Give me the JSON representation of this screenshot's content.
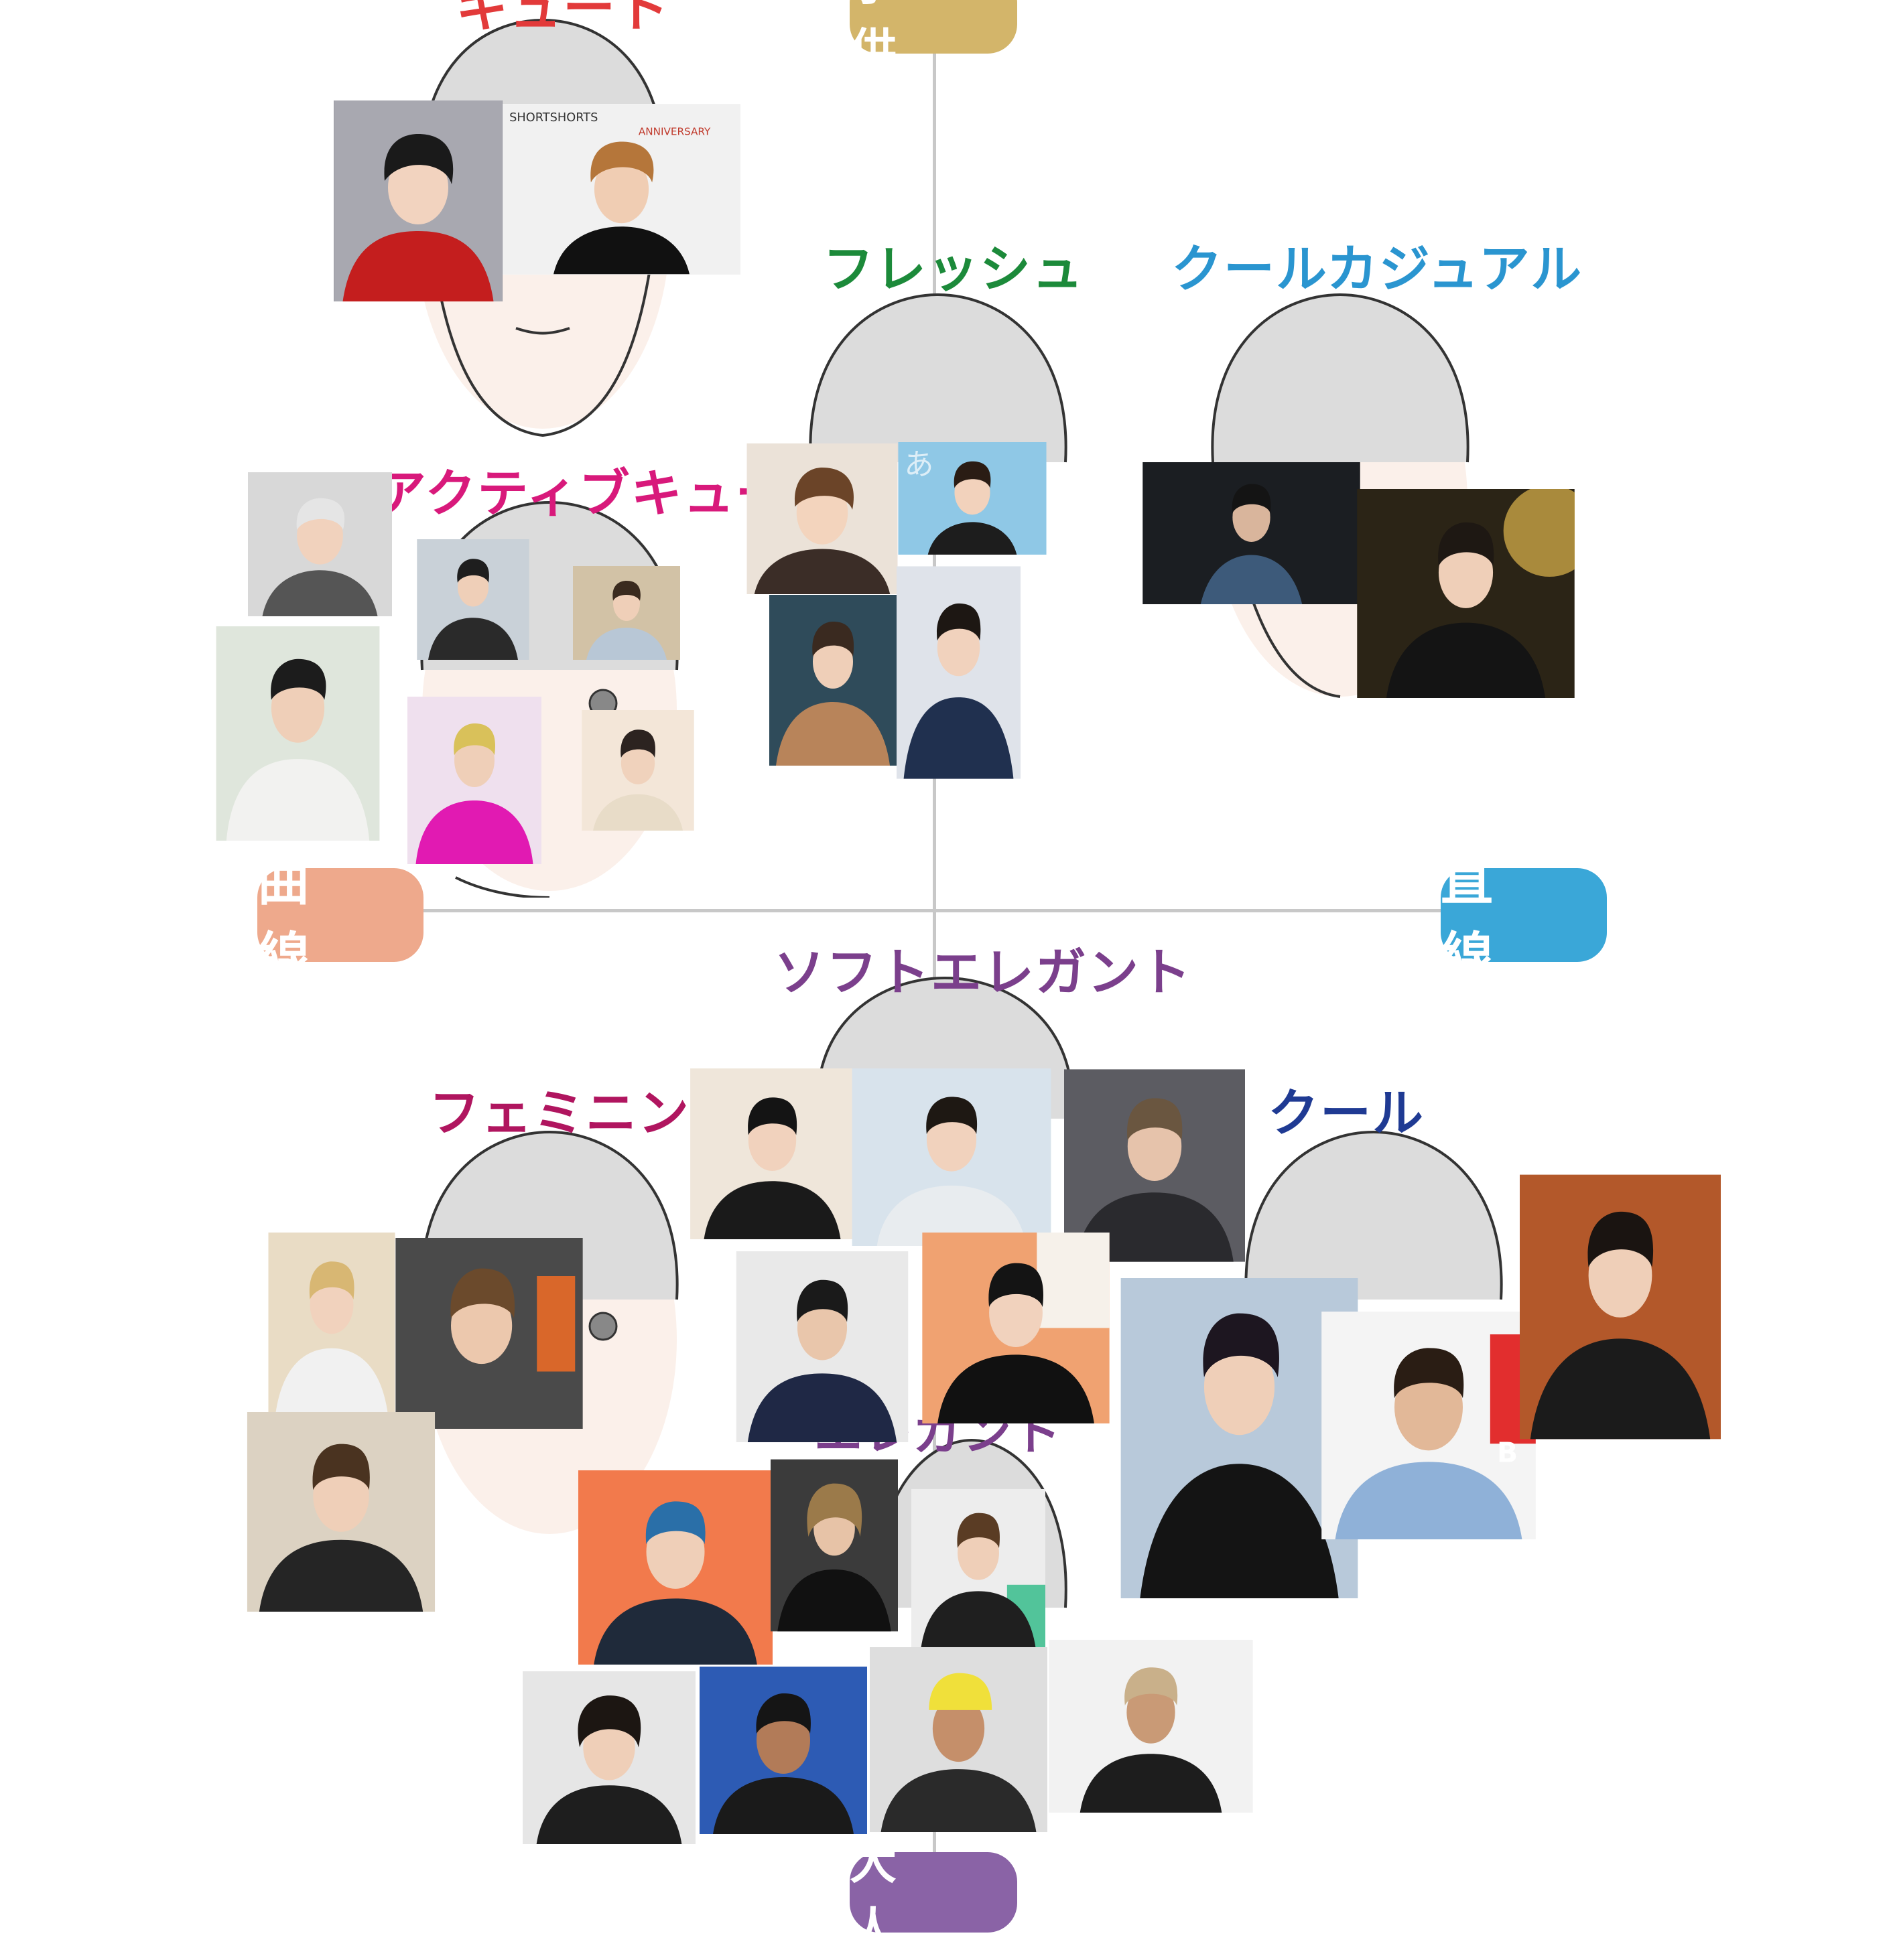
{
  "axes": {
    "top_label": "子 供",
    "bottom_label": "大 人",
    "left_label": "曲 線",
    "right_label": "直 線"
  },
  "types": {
    "cute": {
      "label": "キュート",
      "color": "#e23a3a"
    },
    "fresh": {
      "label": "フレッシュ",
      "color": "#1c8a3a"
    },
    "cool_casual": {
      "label": "クールカジュアル",
      "color": "#2a95d0"
    },
    "active_cute": {
      "label": "アクティブキュート",
      "color": "#d8197b"
    },
    "soft_elegant": {
      "label": "ソフトエレガント",
      "color": "#7b3f8c"
    },
    "feminine": {
      "label": "フェミニン",
      "color": "#b0155f"
    },
    "cool": {
      "label": "クール",
      "color": "#1f3a93"
    },
    "elegant": {
      "label": "エレガント",
      "color": "#7b3f8c"
    }
  },
  "pill_colors": {
    "top": "#d3b56a",
    "bottom": "#8a63a6",
    "left": "#eea98c",
    "right": "#3aa7d8"
  },
  "photo_text": {
    "banner_1": "SHORTSHORTS",
    "banner_2": "ANNIVERSARY",
    "board_letters": "あ",
    "badge_b": "B"
  }
}
